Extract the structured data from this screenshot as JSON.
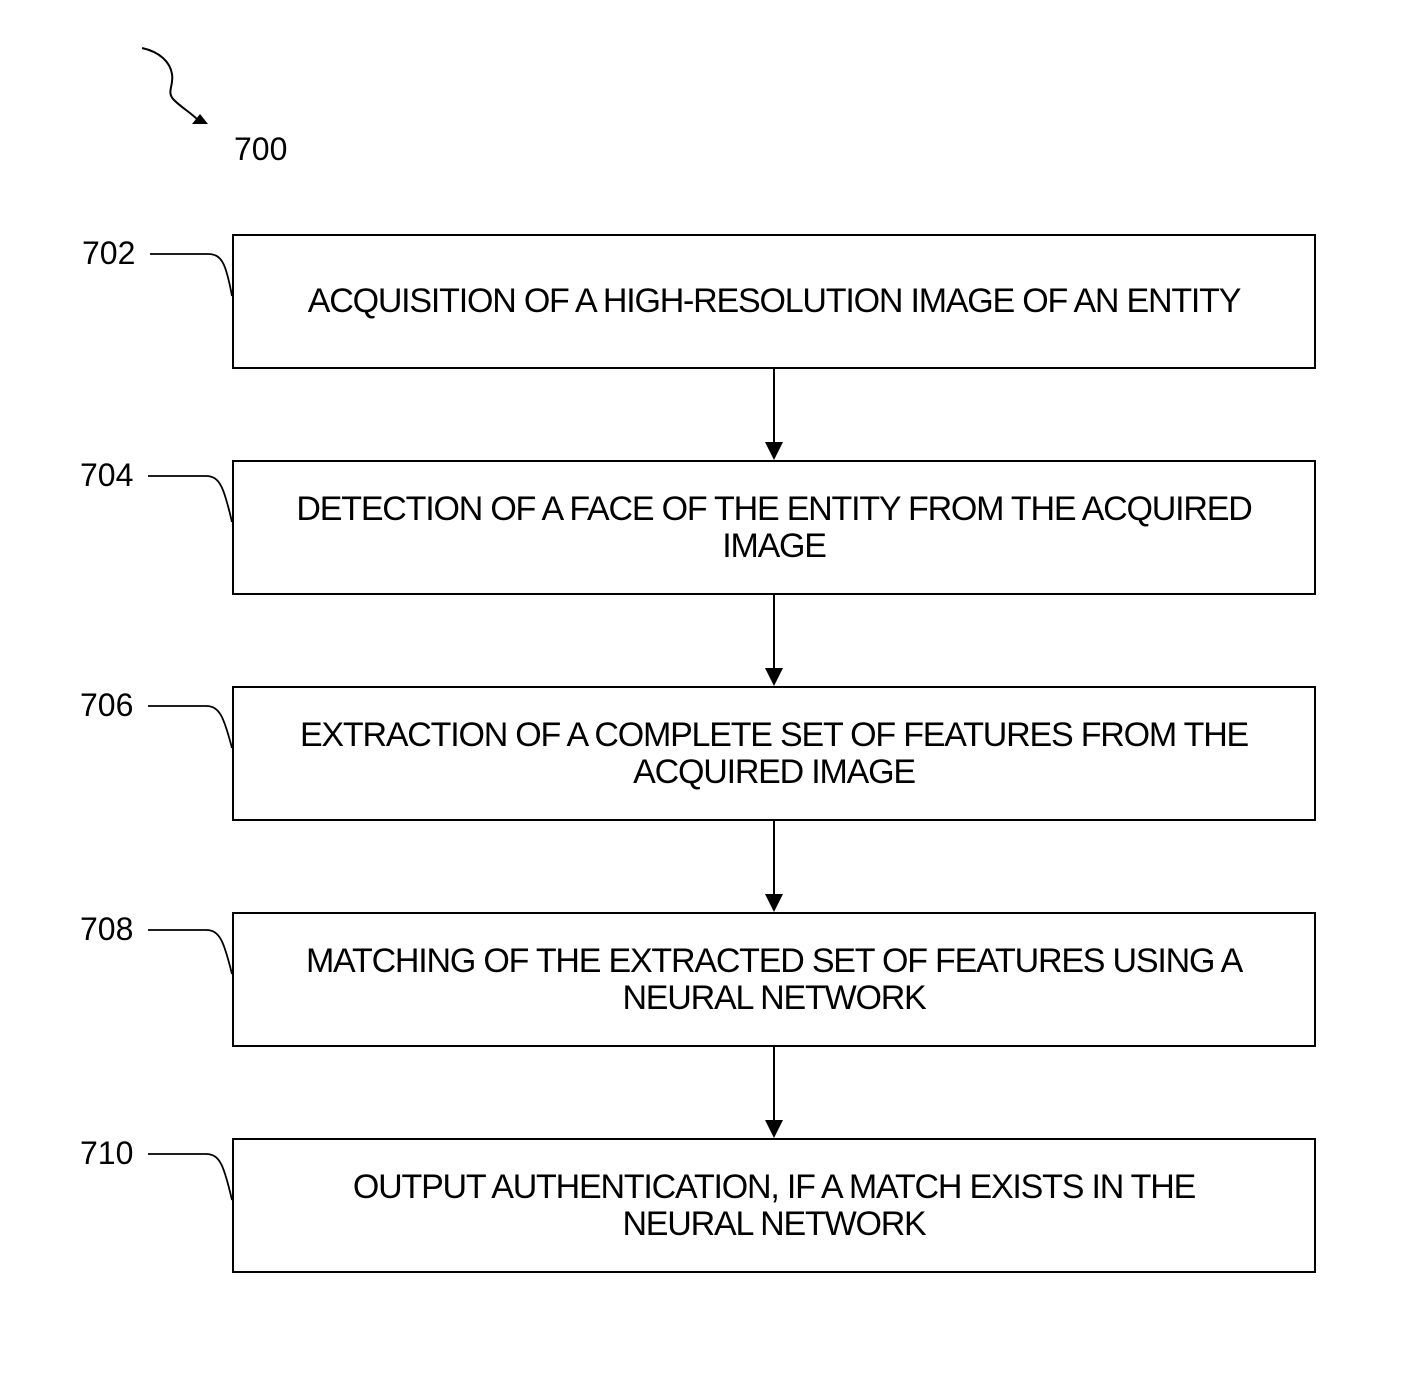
{
  "figure": {
    "label": "700"
  },
  "steps": [
    {
      "ref": "702",
      "text": "ACQUISITION OF A HIGH-RESOLUTION IMAGE OF AN ENTITY"
    },
    {
      "ref": "704",
      "text": "DETECTION OF A FACE OF THE ENTITY FROM THE ACQUIRED\nIMAGE"
    },
    {
      "ref": "706",
      "text": "EXTRACTION OF A COMPLETE SET OF FEATURES FROM THE\nACQUIRED IMAGE"
    },
    {
      "ref": "708",
      "text": "MATCHING OF THE EXTRACTED SET OF FEATURES USING A\nNEURAL NETWORK"
    },
    {
      "ref": "710",
      "text": "OUTPUT AUTHENTICATION, IF A MATCH EXISTS IN THE\nNEURAL NETWORK"
    }
  ]
}
